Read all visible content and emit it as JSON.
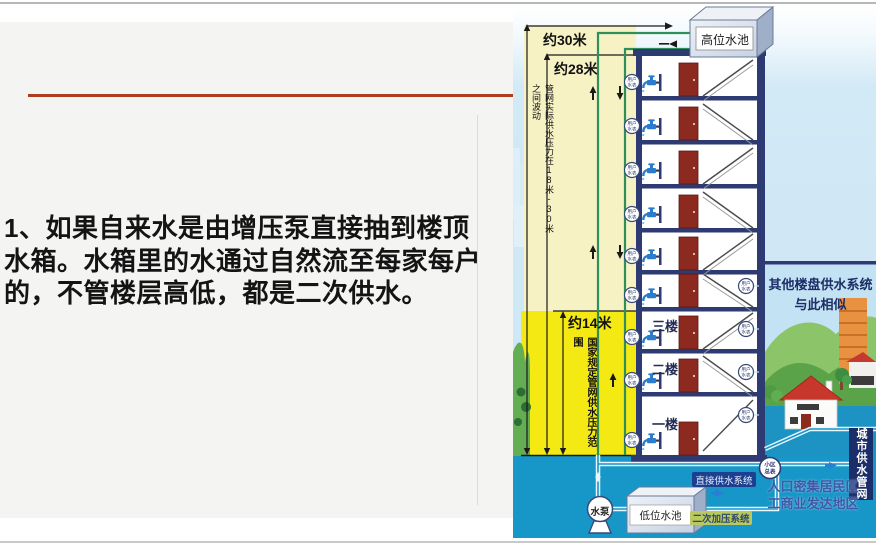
{
  "slide": {
    "paragraph": "1、如果自来水是由增压泵直接抽到楼顶水箱。水箱里的水通过自然流至每家每户的，不管楼层高低，都是二次供水。"
  },
  "diagram": {
    "dim_30": "约30米",
    "dim_28": "约28米",
    "dim_14": "约14米",
    "note_pressure": "管网实际供水压力在18米-30米之间波动",
    "note_national": "国家规定管网供水压力范围",
    "tank_high": "高位水池",
    "tank_low": "低位水池",
    "pump": "水泵",
    "floors": {
      "f3": "三楼",
      "f2": "二楼",
      "f1": "一楼"
    },
    "meter_line1": "用户",
    "meter_line2": "水表",
    "master_line1": "小区",
    "master_line2": "总表",
    "other_note_1": "其他楼盘供水系统",
    "other_note_2": "与此相似",
    "city_network": "城市供水管网",
    "area_note_1": "人口密集居民区",
    "area_note_2": "工商业发达地区",
    "label_direct": "直接供水系统",
    "label_secondary": "二次加压系统",
    "colors": {
      "accent_red": "#b23a1e",
      "pale_yellow": "#f6f2c4",
      "bright_yellow": "#f5e913",
      "sky": "#d2e9f6",
      "water": "#1697c8",
      "navy": "#2e3a72",
      "pipe_green": "#2f8f5b",
      "door_red": "#8c2a20",
      "network_box": "#1c2e6a"
    }
  }
}
